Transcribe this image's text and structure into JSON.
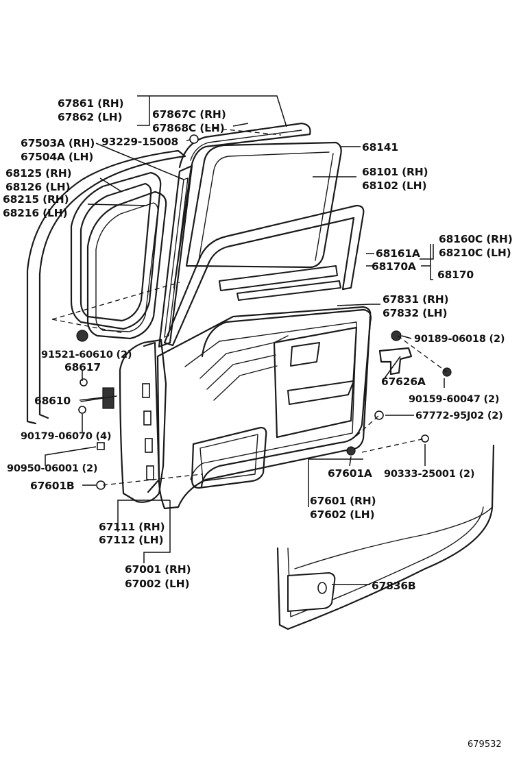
{
  "figure_number": "679532",
  "callouts": [
    {
      "id": "c-67861",
      "lines": [
        "67861 (RH)",
        "67862 (LH)"
      ]
    },
    {
      "id": "c-67867c",
      "lines": [
        "67867C (RH)",
        "67868C (LH)"
      ]
    },
    {
      "id": "c-67503a",
      "lines": [
        "67503A (RH)",
        "67504A (LH)"
      ]
    },
    {
      "id": "c-93229",
      "lines": [
        "93229-15008"
      ]
    },
    {
      "id": "c-68141",
      "lines": [
        "68141"
      ]
    },
    {
      "id": "c-68101",
      "lines": [
        "68101 (RH)",
        "68102 (LH)"
      ]
    },
    {
      "id": "c-68125",
      "lines": [
        "68125 (RH)",
        "68126 (LH)"
      ]
    },
    {
      "id": "c-68215",
      "lines": [
        "68215 (RH)",
        "68216 (LH)"
      ]
    },
    {
      "id": "c-68160c",
      "lines": [
        "68160C (RH)",
        "68210C (LH)"
      ]
    },
    {
      "id": "c-68161a",
      "lines": [
        "68161A"
      ]
    },
    {
      "id": "c-68170a",
      "lines": [
        "68170A"
      ]
    },
    {
      "id": "c-68170",
      "lines": [
        "68170"
      ]
    },
    {
      "id": "c-67831",
      "lines": [
        "67831 (RH)",
        "67832 (LH)"
      ]
    },
    {
      "id": "c-90189",
      "lines": [
        "90189-06018 (2)"
      ]
    },
    {
      "id": "c-91521",
      "lines": [
        "91521-60610 (2)"
      ]
    },
    {
      "id": "c-68617",
      "lines": [
        "68617"
      ]
    },
    {
      "id": "c-67626a",
      "lines": [
        "67626A"
      ]
    },
    {
      "id": "c-68610",
      "lines": [
        "68610"
      ]
    },
    {
      "id": "c-90159",
      "lines": [
        "90159-60047 (2)"
      ]
    },
    {
      "id": "c-67772",
      "lines": [
        "67772-95J02 (2)"
      ]
    },
    {
      "id": "c-90179",
      "lines": [
        "90179-06070 (4)"
      ]
    },
    {
      "id": "c-90950",
      "lines": [
        "90950-06001 (2)"
      ]
    },
    {
      "id": "c-67601a",
      "lines": [
        "67601A"
      ]
    },
    {
      "id": "c-90333",
      "lines": [
        "90333-25001 (2)"
      ]
    },
    {
      "id": "c-67601b",
      "lines": [
        "67601B"
      ]
    },
    {
      "id": "c-67601",
      "lines": [
        "67601 (RH)",
        "67602 (LH)"
      ]
    },
    {
      "id": "c-67111",
      "lines": [
        "67111 (RH)",
        "67112 (LH)"
      ]
    },
    {
      "id": "c-67001",
      "lines": [
        "67001 (RH)",
        "67002 (LH)"
      ]
    },
    {
      "id": "c-67836b",
      "lines": [
        "67836B"
      ]
    }
  ]
}
